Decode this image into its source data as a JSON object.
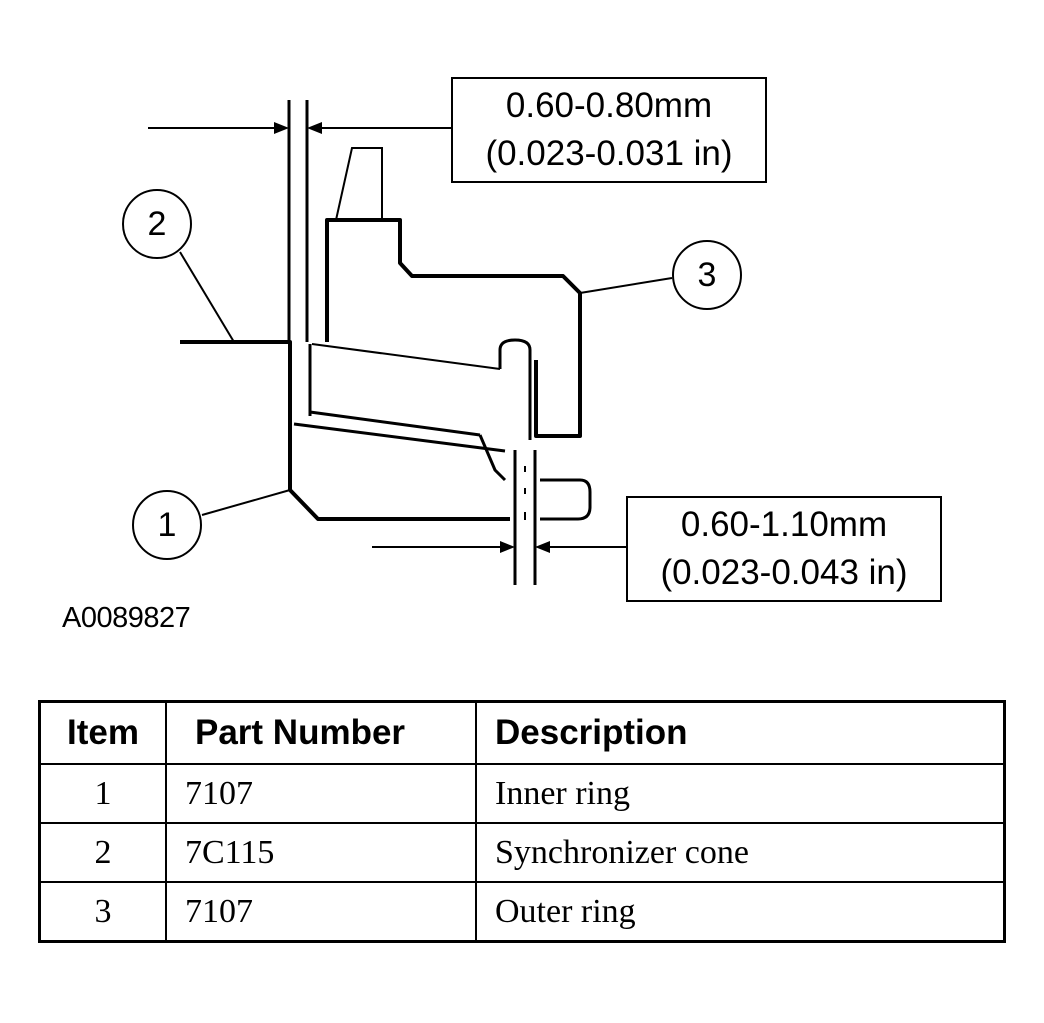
{
  "callouts": {
    "top": {
      "metric": "0.60-0.80mm",
      "imperial": "(0.023-0.031 in)"
    },
    "bottom": {
      "metric": "0.60-1.10mm",
      "imperial": "(0.023-0.043 in)"
    }
  },
  "bubbles": {
    "item1": "1",
    "item2": "2",
    "item3": "3"
  },
  "figure_id": "A0089827",
  "table": {
    "headers": [
      "Item",
      "Part Number",
      "Description"
    ],
    "rows": [
      {
        "item": "1",
        "part_number": "7107",
        "description": "Inner ring"
      },
      {
        "item": "2",
        "part_number": "7C115",
        "description": "Synchronizer cone"
      },
      {
        "item": "3",
        "part_number": "7107",
        "description": "Outer ring"
      }
    ]
  }
}
